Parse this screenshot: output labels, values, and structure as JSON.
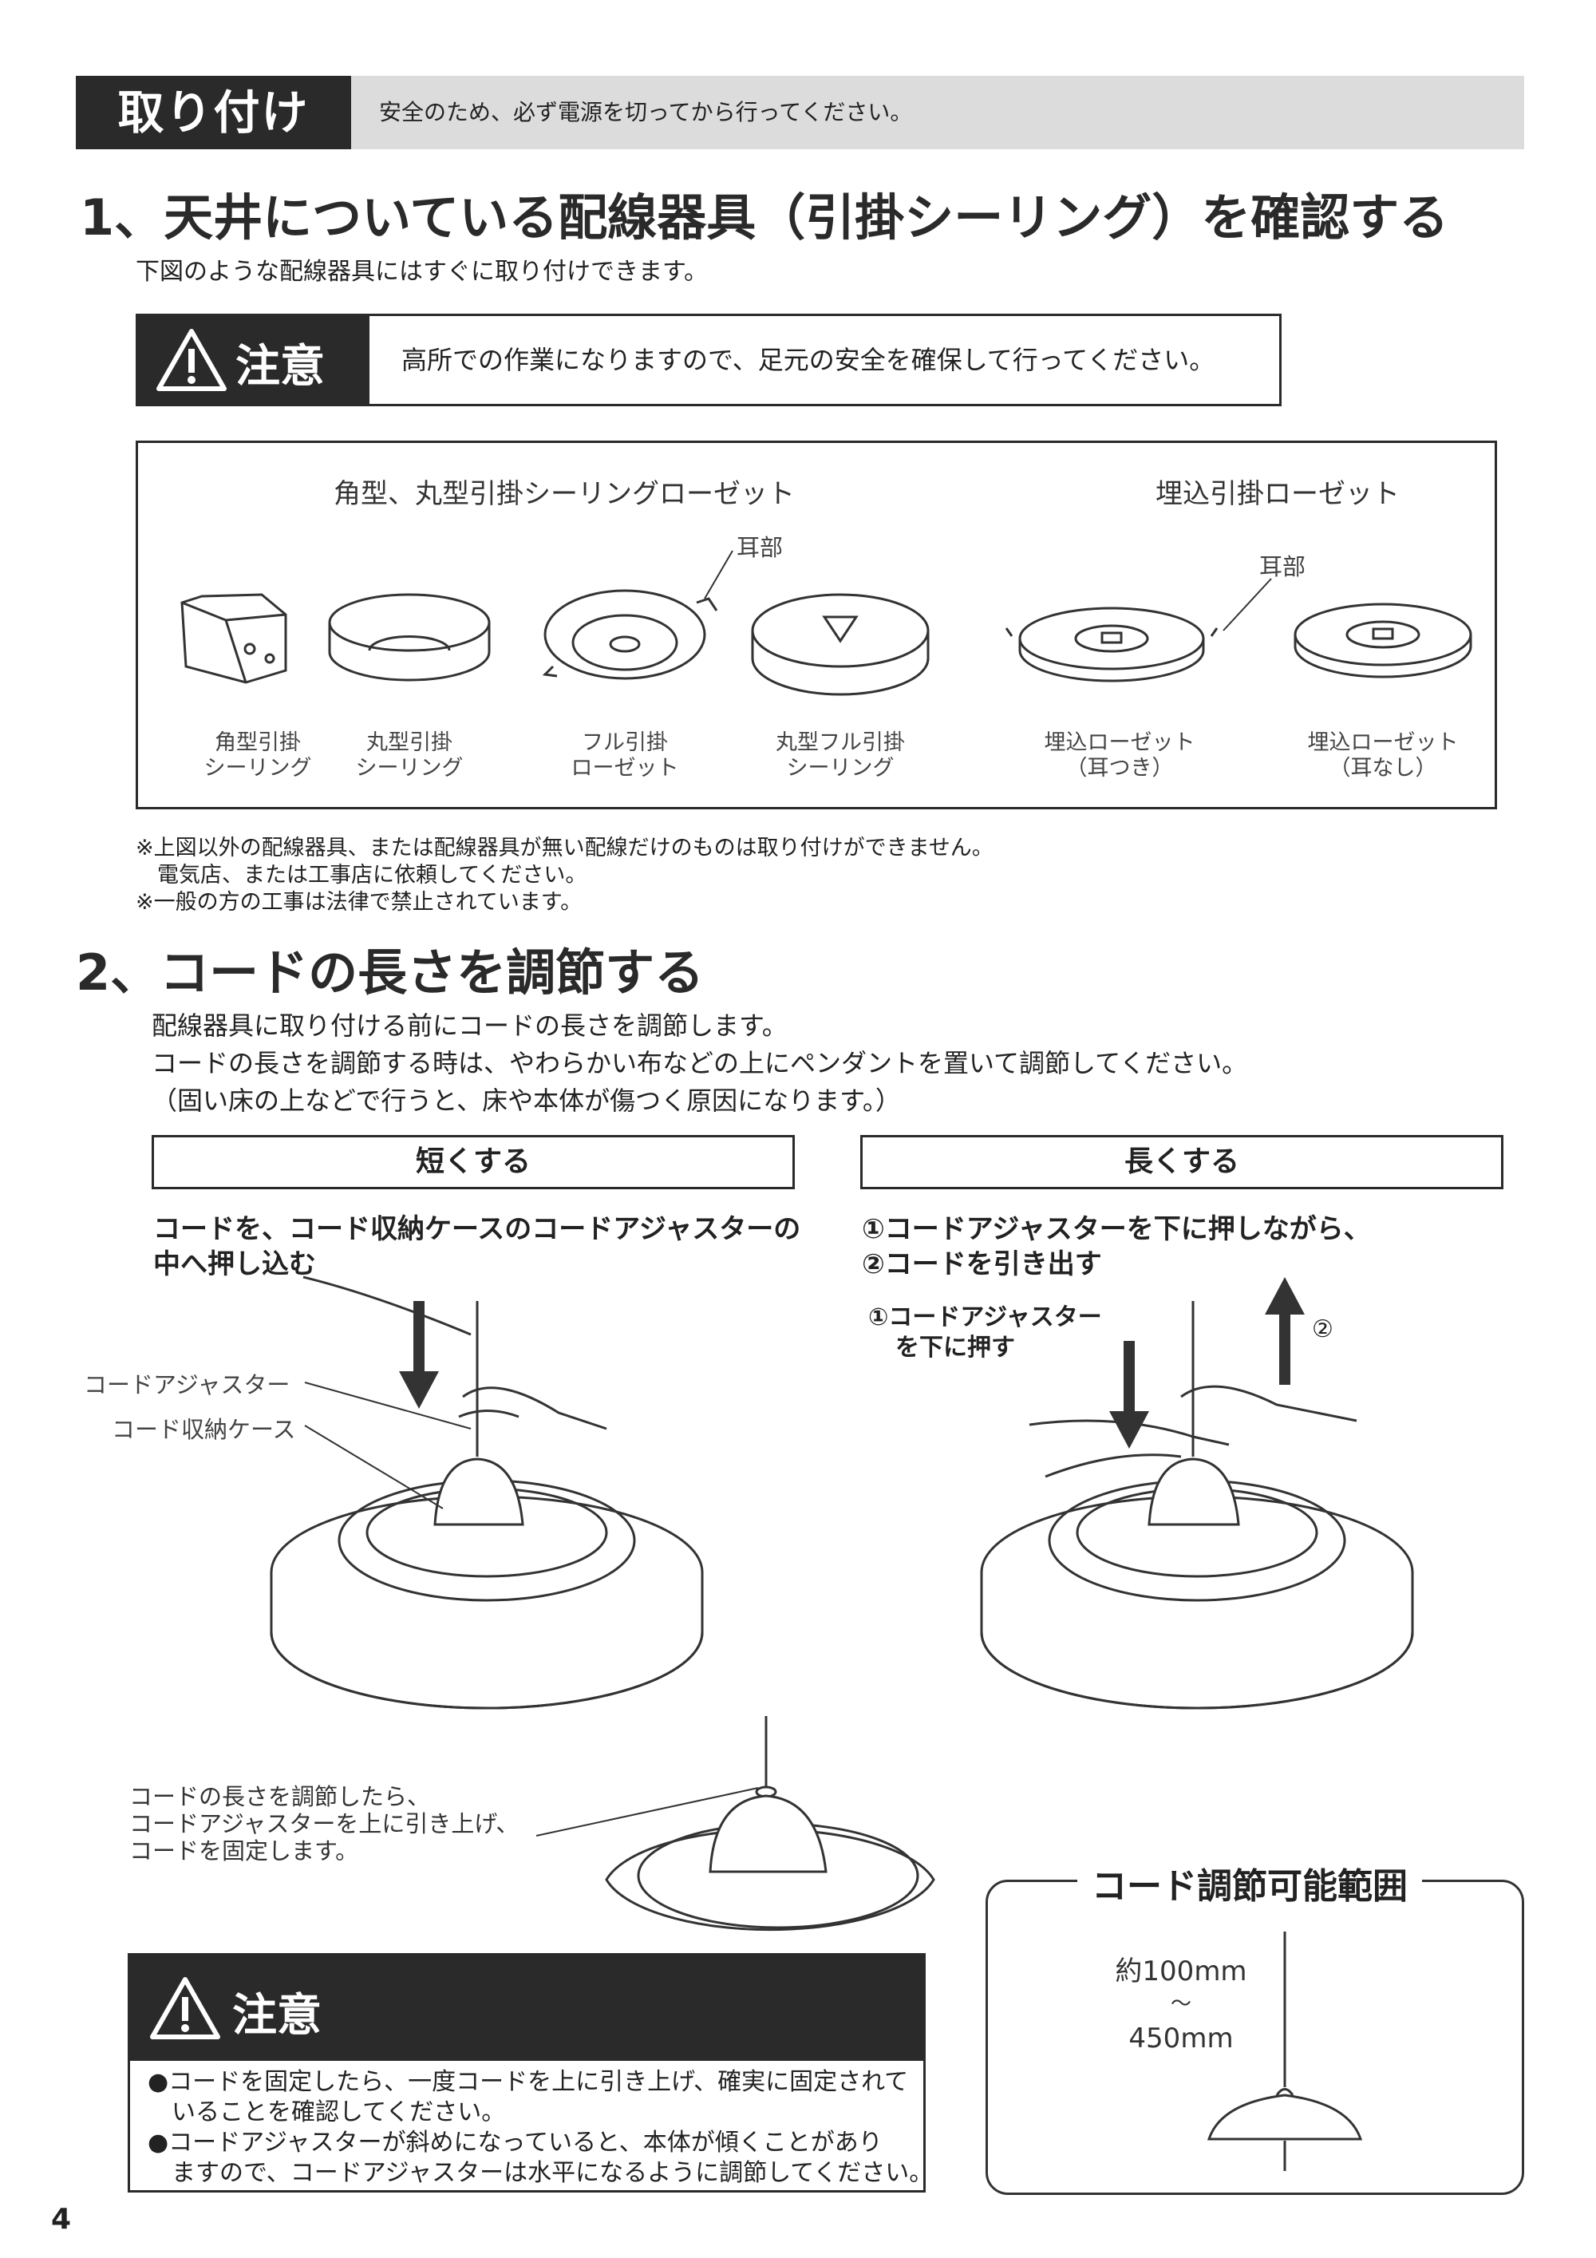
{
  "header": {
    "tag": "取り付け",
    "note": "安全のため、必ず電源を切ってから行ってください。"
  },
  "section1": {
    "title": "1、天井についている配線器具（引掛シーリング）を確認する",
    "intro": "下図のような配線器具にはすぐに取り付けできます。",
    "caution": {
      "label": "注意",
      "text": "高所での作業になりますので、足元の安全を確保して行ってください。"
    },
    "group_left": "角型、丸型引掛シーリングローゼット",
    "group_right": "埋込引掛ローゼット",
    "ear_label": "耳部",
    "fixtures": [
      {
        "line1": "角型引掛",
        "line2": "シーリング"
      },
      {
        "line1": "丸型引掛",
        "line2": "シーリング"
      },
      {
        "line1": "フル引掛",
        "line2": "ローゼット"
      },
      {
        "line1": "丸型フル引掛",
        "line2": "シーリング"
      },
      {
        "line1": "埋込ローゼット",
        "line2": "（耳つき）"
      },
      {
        "line1": "埋込ローゼット",
        "line2": "（耳なし）"
      }
    ],
    "notes": [
      "※上図以外の配線器具、または配線器具が無い配線だけのものは取り付けができません。",
      "　電気店、または工事店に依頼してください。",
      "※一般の方の工事は法律で禁止されています。"
    ]
  },
  "section2": {
    "title": "2、コードの長さを調節する",
    "body": [
      "配線器具に取り付ける前にコードの長さを調節します。",
      "コードの長さを調節する時は、やわらかい布などの上にペンダントを置いて調節してください。",
      "（固い床の上などで行うと、床や本体が傷つく原因になります。）"
    ],
    "shorten": {
      "header": "短くする",
      "instr": [
        "コードを、コード収納ケースのコードアジャスターの",
        "中へ押し込む"
      ],
      "label_adjuster": "コードアジャスター",
      "label_case": "コード収納ケース"
    },
    "lengthen": {
      "header": "長くする",
      "instr": [
        "①コードアジャスターを下に押しながら、",
        "②コードを引き出す"
      ],
      "step1": [
        "①コードアジャスター",
        "を下に押す"
      ],
      "step2": "②"
    },
    "after_note": [
      "コードの長さを調節したら、",
      "コードアジャスターを上に引き上げ、",
      "コードを固定します。"
    ],
    "caution": {
      "label": "注意",
      "items": [
        "●コードを固定したら、一度コードを上に引き上げ、確実に固定されて",
        "　いることを確認してください。",
        "●コードアジャスターが斜めになっていると、本体が傾くことがあり",
        "　ますので、コードアジャスターは水平になるように調節してください。"
      ]
    },
    "range": {
      "title": "コード調節可能範囲",
      "min": "約100mm",
      "tilde": "～",
      "max": "450mm"
    }
  },
  "page_number": "4"
}
